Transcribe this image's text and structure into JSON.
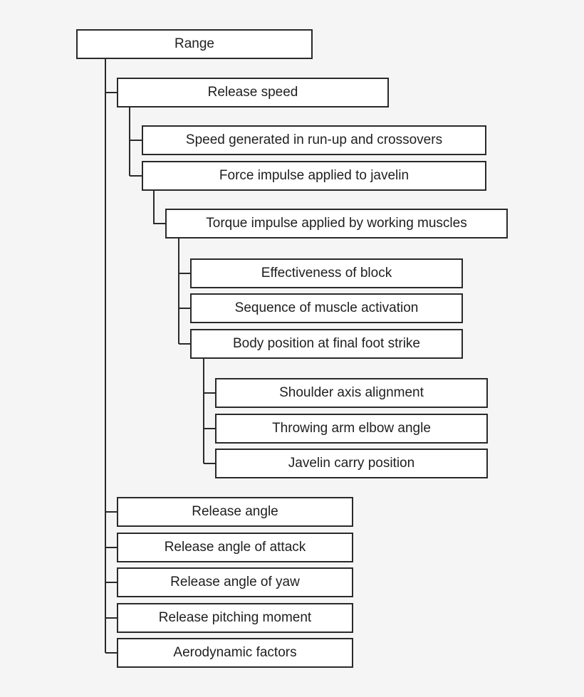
{
  "diagram": {
    "root": "Range",
    "release_speed": {
      "label": "Release speed",
      "run_up_speed": "Speed generated in run-up and crossovers",
      "force_impulse": {
        "label": "Force impulse applied to javelin",
        "torque_impulse": {
          "label": "Torque impulse applied by working muscles",
          "block": "Effectiveness of block",
          "muscle_sequence": "Sequence of muscle activation",
          "body_position": {
            "label": "Body position at final foot strike",
            "shoulder_axis": "Shoulder axis alignment",
            "elbow_angle": "Throwing arm elbow angle",
            "carry_position": "Javelin carry position"
          }
        }
      }
    },
    "release_angle": "Release angle",
    "angle_of_attack": "Release angle of attack",
    "angle_of_yaw": "Release angle of yaw",
    "pitching_moment": "Release pitching moment",
    "aerodynamic_factors": "Aerodynamic factors"
  }
}
